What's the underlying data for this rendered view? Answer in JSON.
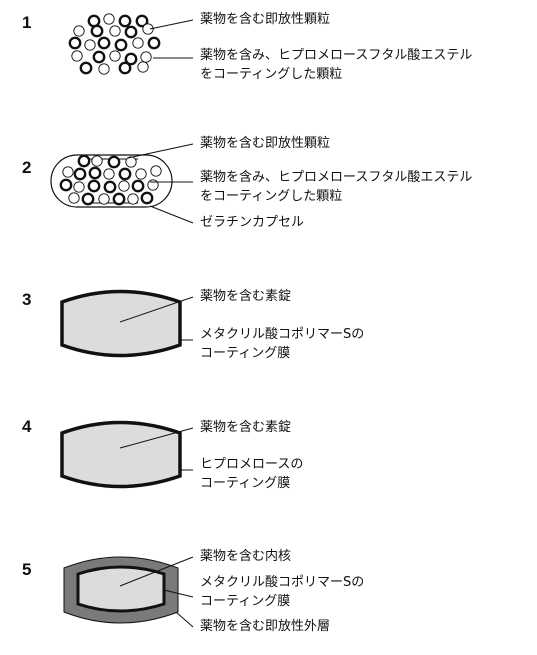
{
  "diagram": {
    "sections": [
      {
        "number": "1",
        "labels": [
          "薬物を含む即放性顆粒",
          "薬物を含み、ヒプロメロースフタル酸エステル",
          "をコーティングした顆粒"
        ]
      },
      {
        "number": "2",
        "labels": [
          "薬物を含む即放性顆粒",
          "薬物を含み、ヒプロメロースフタル酸エステル",
          "をコーティングした顆粒",
          "ゼラチンカプセル"
        ]
      },
      {
        "number": "3",
        "labels": [
          "薬物を含む素錠",
          "メタクリル酸コポリマーSの",
          "コーティング膜"
        ]
      },
      {
        "number": "4",
        "labels": [
          "薬物を含む素錠",
          "ヒプロメロースの",
          "コーティング膜"
        ]
      },
      {
        "number": "5",
        "labels": [
          "薬物を含む内核",
          "メタクリル酸コポリマーSの",
          "コーティング膜",
          "薬物を含む即放性外層"
        ]
      }
    ],
    "colors": {
      "line": "#111111",
      "tablet_fill": "#dcdcdc",
      "outer_layer": "#7a7a7a"
    }
  }
}
